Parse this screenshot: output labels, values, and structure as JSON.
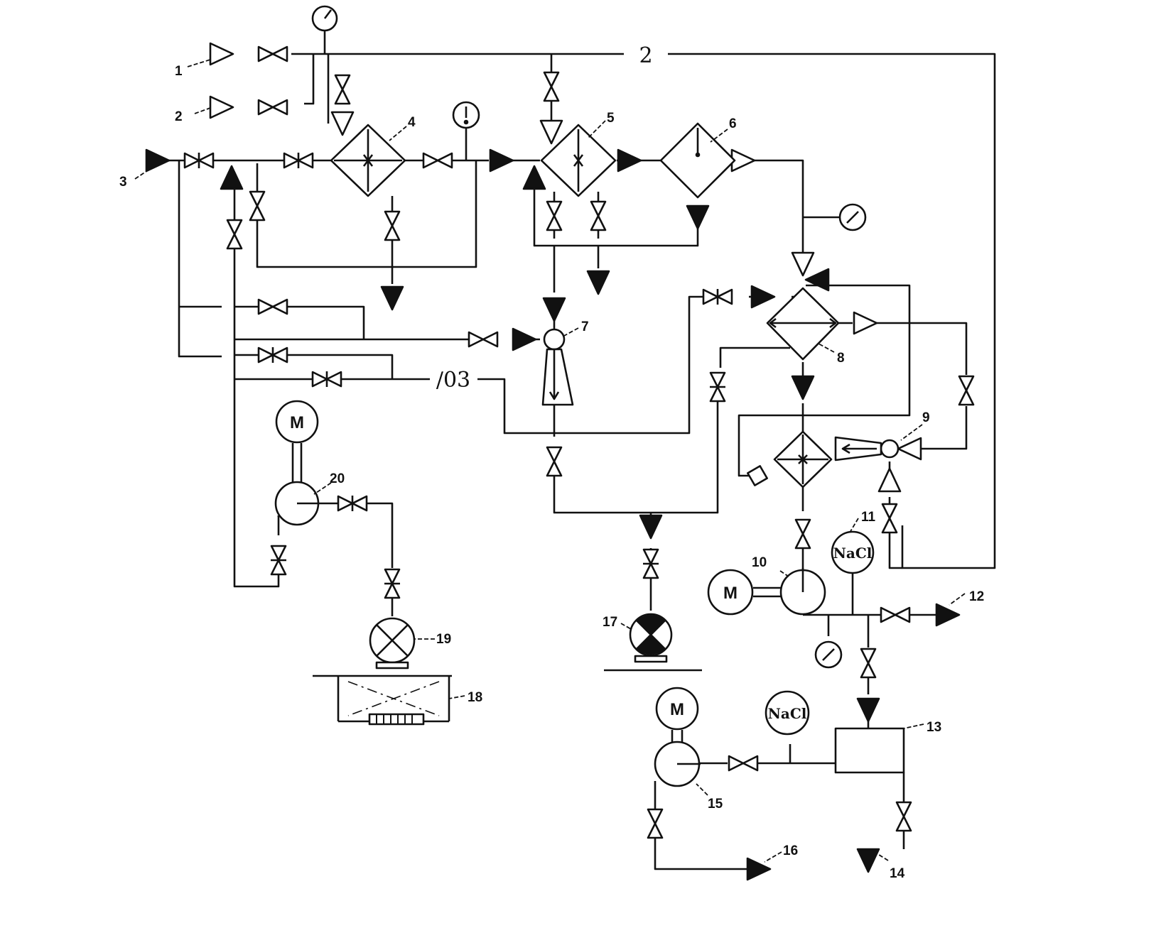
{
  "labels": {
    "l1": "1",
    "l2": "2",
    "l3": "3",
    "l4": "4",
    "l5": "5",
    "l6": "6",
    "l7": "7",
    "l8": "8",
    "l9": "9",
    "l10": "10",
    "l11": "11",
    "l12": "12",
    "l13": "13",
    "l14": "14",
    "l15": "15",
    "l16": "16",
    "l17": "17",
    "l18": "18",
    "l19": "19",
    "l20": "20"
  },
  "line_marks": {
    "top_line": "2",
    "mid_line": "/03"
  },
  "symbols": {
    "motor": "M",
    "nacl": "NaCl"
  },
  "colors": {
    "ink": "#111111",
    "background": "#ffffff"
  }
}
